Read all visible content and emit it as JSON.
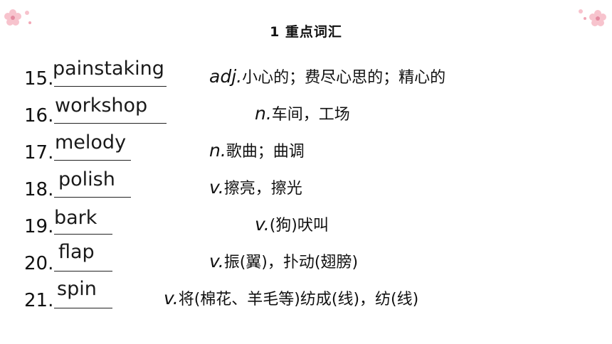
{
  "title": "1 重点词汇",
  "entries": [
    {
      "num": "15.",
      "word": "painstaking",
      "pos": "adj.",
      "meaning": "小心的；费尽心思的；精心的"
    },
    {
      "num": "16.",
      "word": "workshop",
      "pos": "n.",
      "meaning": "车间，工场"
    },
    {
      "num": "17.",
      "word": "melody",
      "pos": "n.",
      "meaning": "歌曲；曲调"
    },
    {
      "num": "18.",
      "word": "polish",
      "pos": "v.",
      "meaning": "擦亮，擦光"
    },
    {
      "num": "19.",
      "word": "bark",
      "pos": "v.",
      "meaning": "(狗)吠叫"
    },
    {
      "num": "20.",
      "word": "flap",
      "pos": "v.",
      "meaning": "振(翼)，扑动(翅膀)"
    },
    {
      "num": "21.",
      "word": "spin",
      "pos": "v.",
      "meaning": "将(棉花、羊毛等)纺成(线)，纺(线)"
    }
  ],
  "decor": {
    "flower_color": "#f5b8c4",
    "flower_center": "#e88aa0"
  }
}
